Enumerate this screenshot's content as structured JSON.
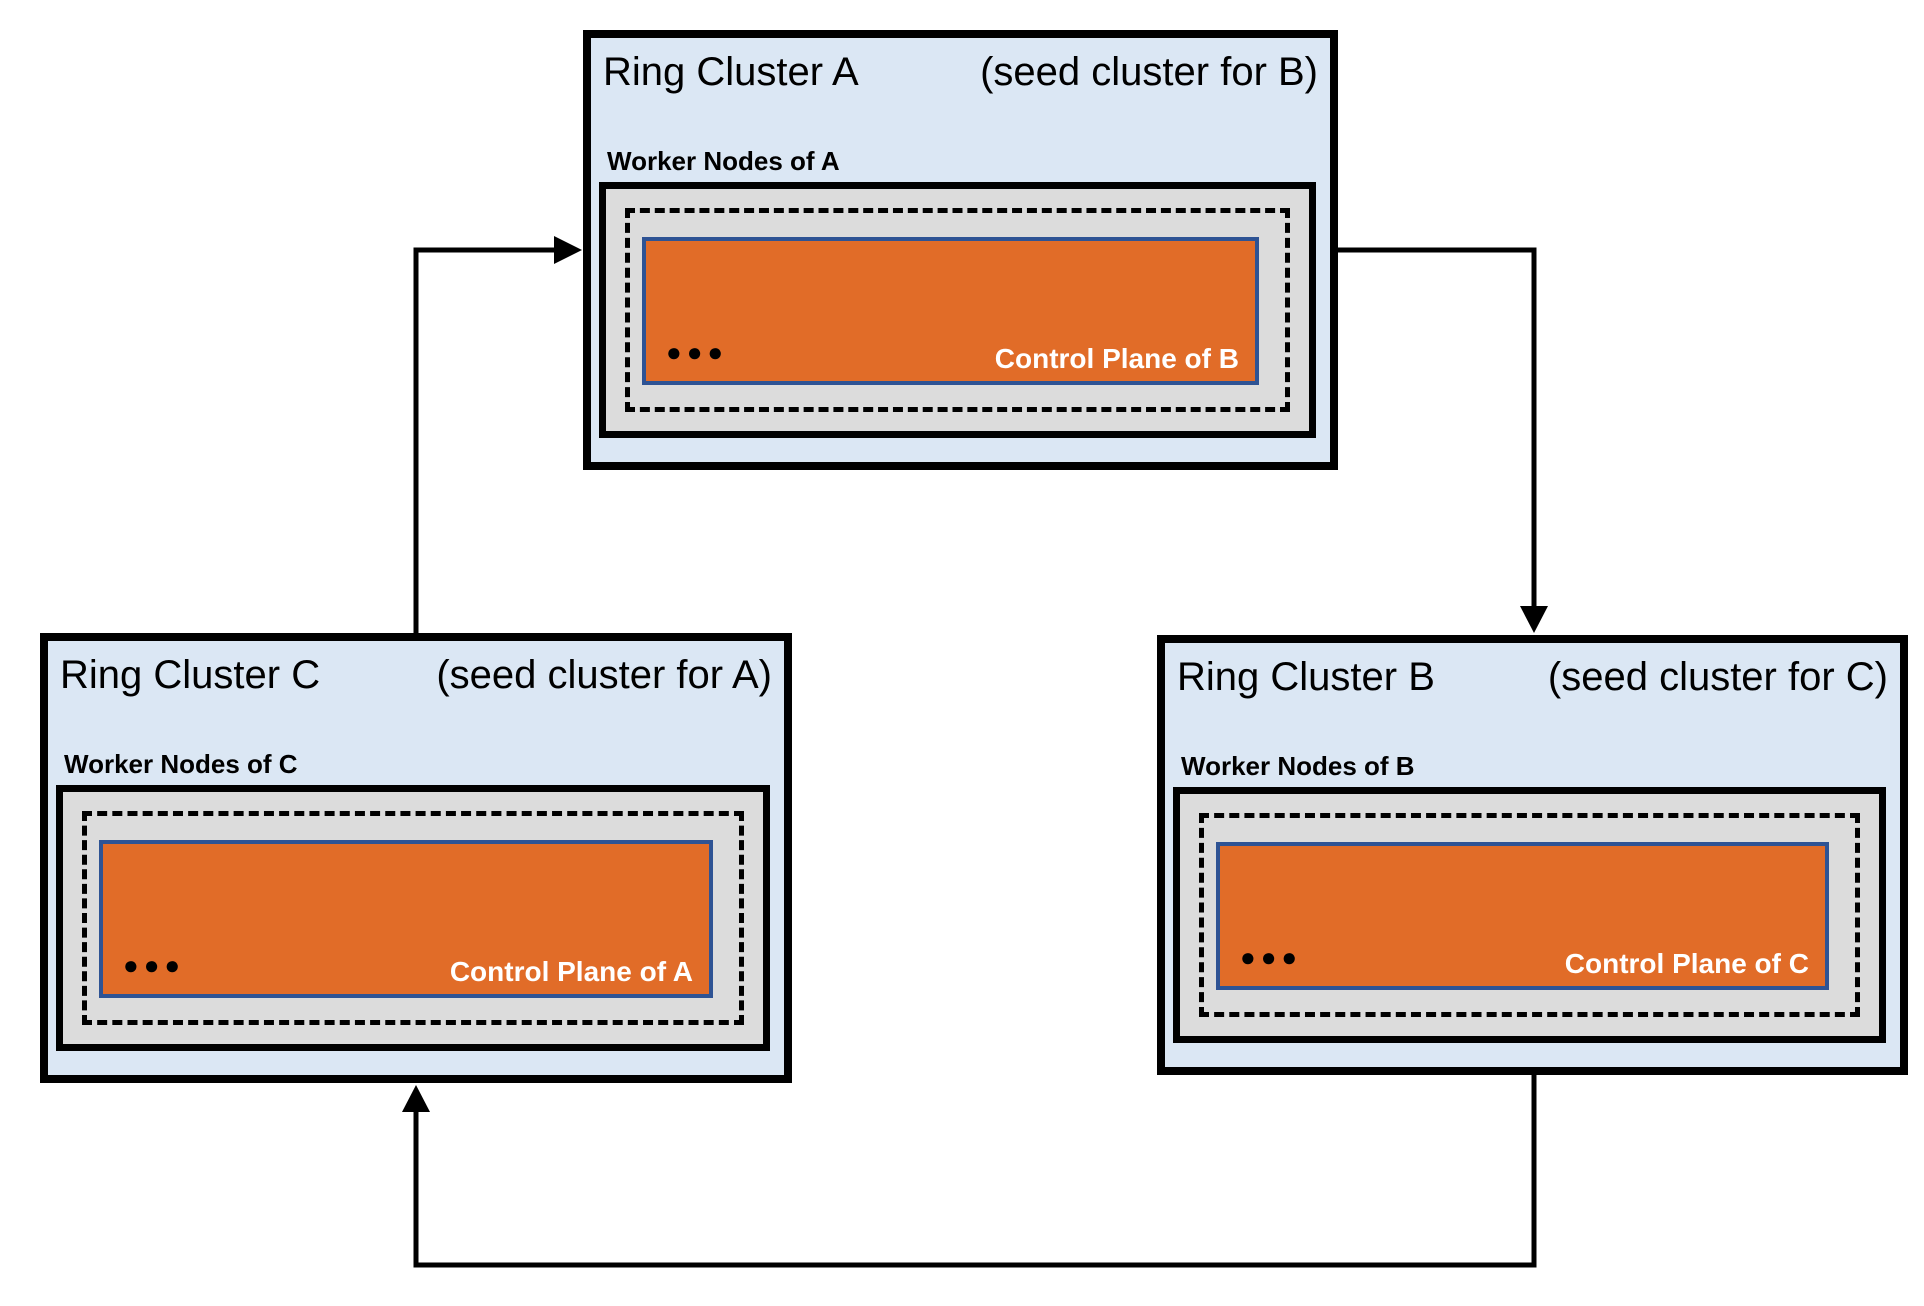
{
  "colors": {
    "background": "#ffffff",
    "cluster_fill": "#dbe7f4",
    "cluster_border": "#000000",
    "worker_box_fill": "#dcdcdc",
    "worker_box_border": "#000000",
    "dashed_border": "#000000",
    "control_plane_fill": "#e16c28",
    "control_plane_border": "#2e5394",
    "control_plane_text": "#ffffff",
    "text_color": "#000000",
    "arrow_color": "#000000"
  },
  "icons": {
    "ellipsis": "●●●",
    "arrowhead": "solid black triangle"
  },
  "clusters": [
    {
      "id": "A",
      "title": "Ring Cluster A",
      "subtitle": "(seed cluster for B)",
      "worker_label": "Worker Nodes of A",
      "control_plane_label": "Control Plane of B"
    },
    {
      "id": "B",
      "title": "Ring Cluster B",
      "subtitle": "(seed cluster for C)",
      "worker_label": "Worker Nodes of B",
      "control_plane_label": "Control Plane of C"
    },
    {
      "id": "C",
      "title": "Ring Cluster C",
      "subtitle": "(seed cluster for A)",
      "worker_label": "Worker Nodes of C",
      "control_plane_label": "Control Plane of A"
    }
  ],
  "arrows": [
    {
      "from": "Ring Cluster C",
      "to": "Ring Cluster A"
    },
    {
      "from": "Ring Cluster A",
      "to": "Ring Cluster B"
    },
    {
      "from": "Ring Cluster B",
      "to": "Ring Cluster C"
    }
  ]
}
